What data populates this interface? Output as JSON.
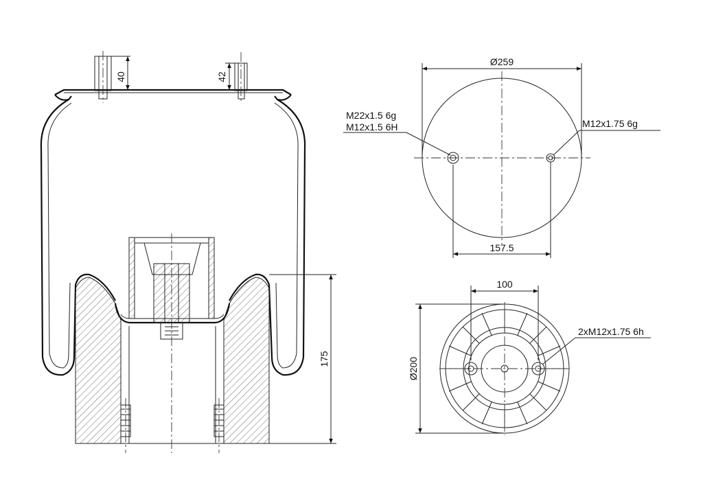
{
  "side_view": {
    "dim_stud_left": "40",
    "dim_stud_right": "42",
    "dim_height": "175"
  },
  "top_view": {
    "dim_diameter": "Ø259",
    "thread_left_1": "M22x1.5 6g",
    "thread_left_2": "M12x1.5 6H",
    "thread_right": "M12x1.75 6g",
    "dim_spacing": "157.5"
  },
  "bottom_view": {
    "dim_spacing": "100",
    "dim_diameter": "Ø200",
    "thread": "2xM12x1.75 6h"
  },
  "colors": {
    "line": "#111111",
    "background": "#ffffff"
  }
}
